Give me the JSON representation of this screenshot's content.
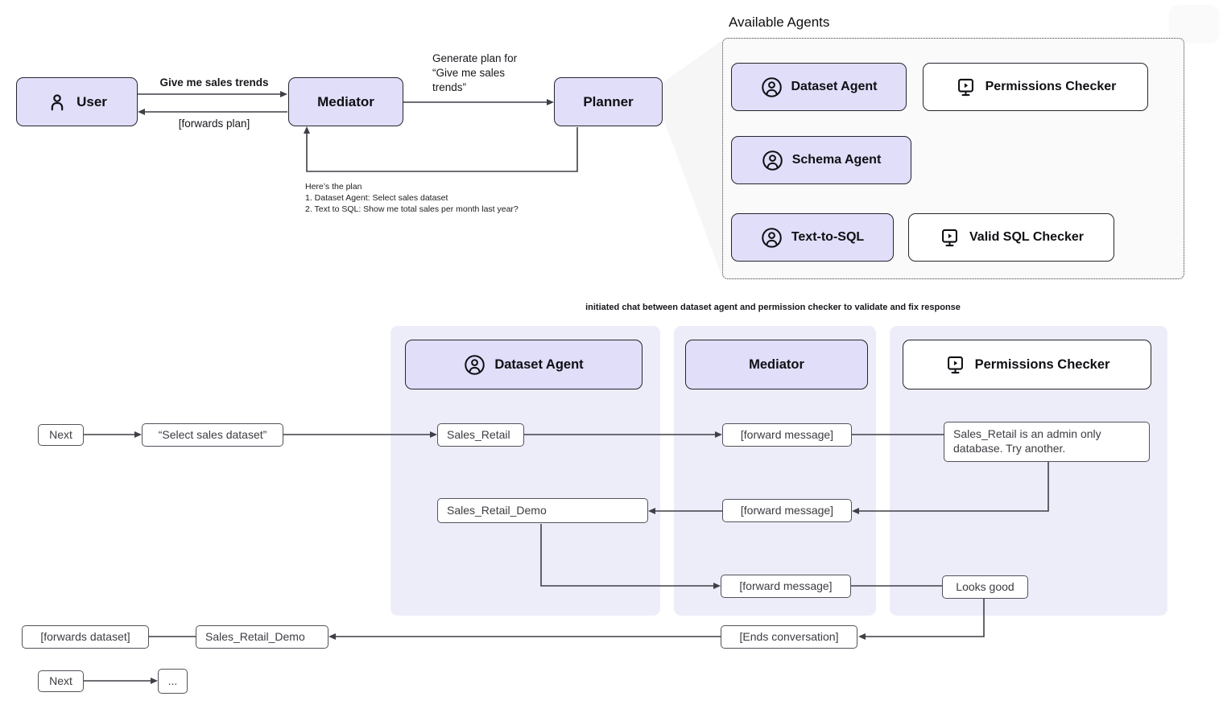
{
  "colors": {
    "agent_fill": "#E0DEF8",
    "lane_fill": "#EDEDFA",
    "panel_fill": "#FAFAFA",
    "node_border": "#25252E",
    "wire": "#3F3F46"
  },
  "top_flow": {
    "user": "User",
    "mediator": "Mediator",
    "planner": "Planner",
    "edge_user_to_mediator": "Give me sales trends",
    "edge_mediator_to_user": "[forwards plan]",
    "edge_generate_line1": "Generate plan for",
    "edge_generate_line2": "“Give me sales",
    "edge_generate_line3": "trends”",
    "plan_note_line1": "Here’s the plan",
    "plan_note_line2": "1. Dataset Agent: Select sales dataset",
    "plan_note_line3": "2. Text to SQL: Show me total sales per month last year?"
  },
  "available_agents": {
    "title": "Available Agents",
    "items": [
      {
        "label": "Dataset Agent",
        "icon": "agent-icon"
      },
      {
        "label": "Permissions Checker",
        "icon": "checker-icon"
      },
      {
        "label": "Schema Agent",
        "icon": "agent-icon"
      },
      {
        "label": "Text-to-SQL",
        "icon": "agent-icon"
      },
      {
        "label": "Valid SQL Checker",
        "icon": "checker-icon"
      }
    ]
  },
  "chat": {
    "caption": "initiated chat between dataset agent and permission checker to validate and fix response",
    "lane_dataset_agent": "Dataset Agent",
    "lane_mediator": "Mediator",
    "lane_permissions_checker": "Permissions Checker",
    "next_1": "Next",
    "select_sales_dataset": "“Select sales dataset”",
    "sales_retail": "Sales_Retail",
    "forward_message_1": "[forward message]",
    "admin_only_response": "Sales_Retail is an admin only database. Try another.",
    "sales_retail_demo": "Sales_Retail_Demo",
    "forward_message_2": "[forward message]",
    "forward_message_3": "[forward message]",
    "looks_good": "Looks good",
    "ends_conversation": "[Ends conversation]",
    "sales_retail_demo_final": "Sales_Retail_Demo",
    "forwards_dataset": "[forwards dataset]",
    "next_2": "Next",
    "ellipsis": "..."
  }
}
